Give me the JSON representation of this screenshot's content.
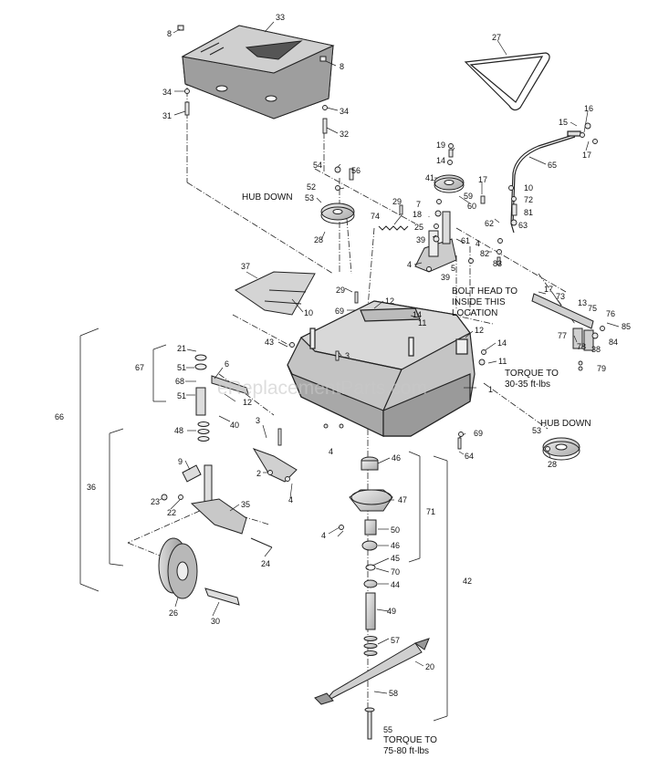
{
  "labels": {
    "l33": "33",
    "l8a": "8",
    "l8b": "8",
    "l34a": "34",
    "l34b": "34",
    "l31": "31",
    "l32": "32",
    "l27": "27",
    "l16": "16",
    "l15": "15",
    "l17a": "17",
    "l65": "65",
    "l19": "19",
    "l14a": "14",
    "l41": "41",
    "l17b": "17",
    "l10a": "10",
    "l72": "72",
    "l81": "81",
    "l63": "63",
    "l59": "59",
    "l60": "60",
    "l54": "54",
    "l56": "56",
    "l52": "52",
    "l53a": "53",
    "l29a": "29",
    "l7": "7",
    "l18": "18",
    "l74": "74",
    "l25": "25",
    "l62": "62",
    "l4a": "4",
    "l82": "82",
    "l83": "83",
    "l39a": "39",
    "l61": "61",
    "l28a": "28",
    "l4b": "4",
    "l5": "5",
    "l39b": "39",
    "l37": "37",
    "l29b": "29",
    "l12a": "12",
    "l69a": "69",
    "l10b": "10",
    "l14b": "14",
    "l11a": "11",
    "l17c": "17",
    "l73": "73",
    "l13": "13",
    "l75": "75",
    "l76": "76",
    "l85": "85",
    "l77": "77",
    "l78": "78",
    "l38": "38",
    "l84": "84",
    "l79": "79",
    "l43": "43",
    "l3a": "3",
    "l12b": "12",
    "l14c": "14",
    "l11b": "11",
    "l21": "21",
    "l51a": "51",
    "l67": "67",
    "l6": "6",
    "l68": "68",
    "l51b": "51",
    "l12c": "12",
    "l40": "40",
    "l66": "66",
    "l48": "48",
    "l3b": "3",
    "l1": "1",
    "l69b": "69",
    "l64": "64",
    "l53b": "53",
    "l28b": "28",
    "l9": "9",
    "l2": "2",
    "l4c": "4",
    "l46a": "46",
    "l36": "36",
    "l23": "23",
    "l22": "22",
    "l35": "35",
    "l47": "47",
    "l71": "71",
    "l4d": "4",
    "l50": "50",
    "l46b": "46",
    "l45": "45",
    "l70": "70",
    "l44": "44",
    "l24": "24",
    "l42": "42",
    "l26": "26",
    "l30": "30",
    "l49": "49",
    "l57": "57",
    "l20": "20",
    "l58": "58",
    "l55": "55",
    "l4e": "4"
  },
  "notes": {
    "hub_down_1": "HUB DOWN",
    "hub_down_2": "HUB DOWN",
    "bolt_head": [
      "BOLT HEAD TO",
      "INSIDE THIS",
      "LOCATION"
    ],
    "torque_30": [
      "TORQUE TO",
      "30-35 ft-lbs"
    ],
    "torque_75": [
      "TORQUE TO",
      "75-80 ft-lbs"
    ]
  },
  "watermark": "eReplacementParts.com"
}
